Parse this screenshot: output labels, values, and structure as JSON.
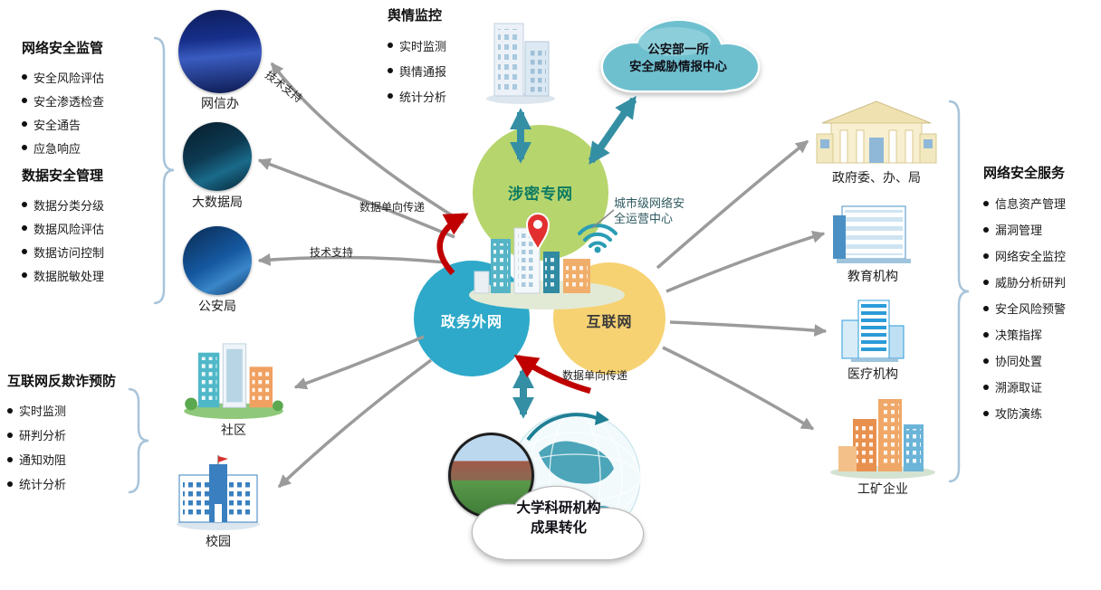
{
  "colors": {
    "circle_green": "#b7d56d",
    "circle_blue": "#2ea9c9",
    "circle_yellow": "#f6d273",
    "teal_arrow": "#348fa4",
    "gray_arrow": "#9b9b9b",
    "red_arrow": "#c00000",
    "brace": "#a8c4da"
  },
  "center": {
    "classified_network": "涉密专网",
    "gov_external_network": "政务外网",
    "internet": "互联网",
    "callout_line1": "城市级网络安",
    "callout_line2": "全运营中心"
  },
  "top_panel": {
    "title": "舆情监控",
    "items": [
      "实时监测",
      "舆情通报",
      "统计分析"
    ]
  },
  "cloud": {
    "line1": "公安部一所",
    "line2": "安全威胁情报中心"
  },
  "left_panel": {
    "section1": {
      "title": "网络安全监管",
      "items": [
        "安全风险评估",
        "安全渗透检查",
        "安全通告",
        "应急响应"
      ]
    },
    "section2": {
      "title": "数据安全管理",
      "items": [
        "数据分类分级",
        "数据风险评估",
        "数据访问控制",
        "数据脱敏处理"
      ]
    }
  },
  "left_nodes": {
    "node1": "网信办",
    "node2": "大数据局",
    "node3": "公安局"
  },
  "edge_labels": {
    "tech_support_1": "技术支持",
    "one_way_left": "数据单向传递",
    "tech_support_2": "技术支持",
    "one_way_bottom": "数据单向传递"
  },
  "bottom_left_panel": {
    "title": "互联网反欺诈预防",
    "items": [
      "实时监测",
      "研判分析",
      "通知劝阻",
      "统计分析"
    ]
  },
  "bottom_left_nodes": {
    "node1": "社区",
    "node2": "校园"
  },
  "bottom_cloud": {
    "line1": "大学科研机构",
    "line2": "成果转化"
  },
  "right_nodes": {
    "node1": "政府委、办、局",
    "node2": "教育机构",
    "node3": "医疗机构",
    "node4": "工矿企业"
  },
  "right_panel": {
    "title": "网络安全服务",
    "items": [
      "信息资产管理",
      "漏洞管理",
      "网络安全监控",
      "威胁分析研判",
      "安全风险预警",
      "决策指挥",
      "协同处置",
      "溯源取证",
      "攻防演练"
    ]
  }
}
